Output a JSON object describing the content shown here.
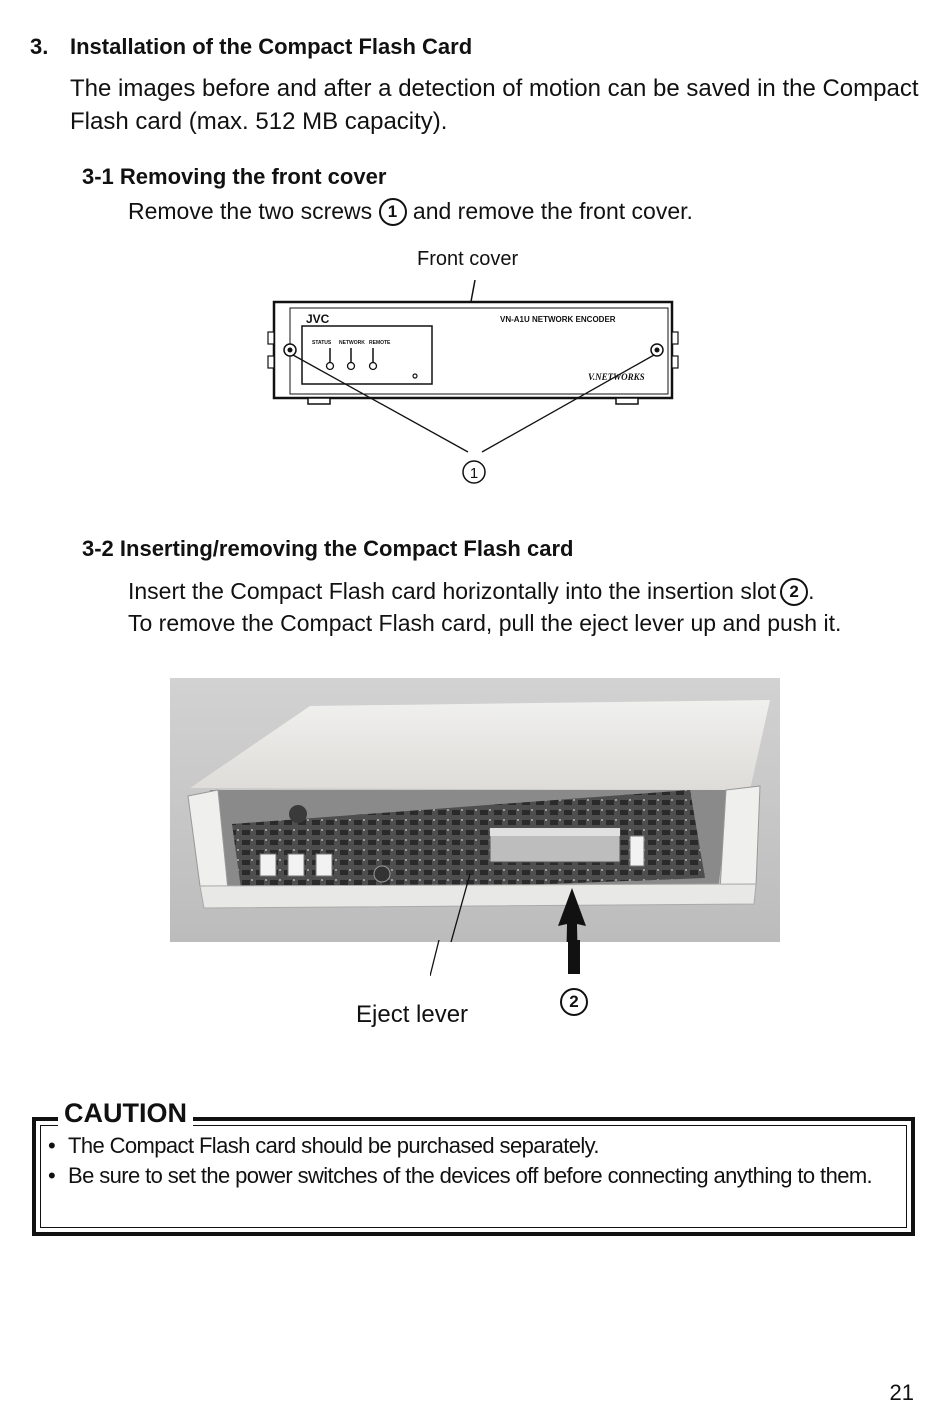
{
  "section": {
    "number": "3.",
    "title": "Installation of the Compact Flash Card",
    "intro": "The images before and after a detection of motion can be saved in the Compact Flash card (max. 512 MB capacity)."
  },
  "sub1": {
    "title": "3-1 Removing the front cover",
    "text_before": "Remove the two screws",
    "marker": "1",
    "text_after": "and remove the front cover."
  },
  "figure1": {
    "front_cover_label": "Front cover",
    "callout_marker": "1",
    "brand": "JVC",
    "model": "VN-A1U NETWORK ENCODER",
    "led_labels": [
      "STATUS",
      "NETWORK",
      "REMOTE"
    ],
    "logo_text": "V.NETWORKS"
  },
  "sub2": {
    "title": "3-2 Inserting/removing the Compact Flash card",
    "line1_before": "Insert the Compact Flash card horizontally into the insertion slot",
    "marker": "2",
    "line1_after": ".",
    "line2": "To remove the Compact Flash card, pull the eject lever up and push it."
  },
  "figure2": {
    "eject_label": "Eject lever",
    "slot_marker": "2"
  },
  "caution": {
    "title": "CAUTION",
    "items": [
      "The Compact Flash card should be purchased separately.",
      "Be sure to set the power switches of the devices off before connecting anything to them."
    ],
    "bullet": "•"
  },
  "page_number": "21",
  "colors": {
    "text": "#111111",
    "photo_bg": "#c8c8c8",
    "board": "#5a5a5a"
  }
}
